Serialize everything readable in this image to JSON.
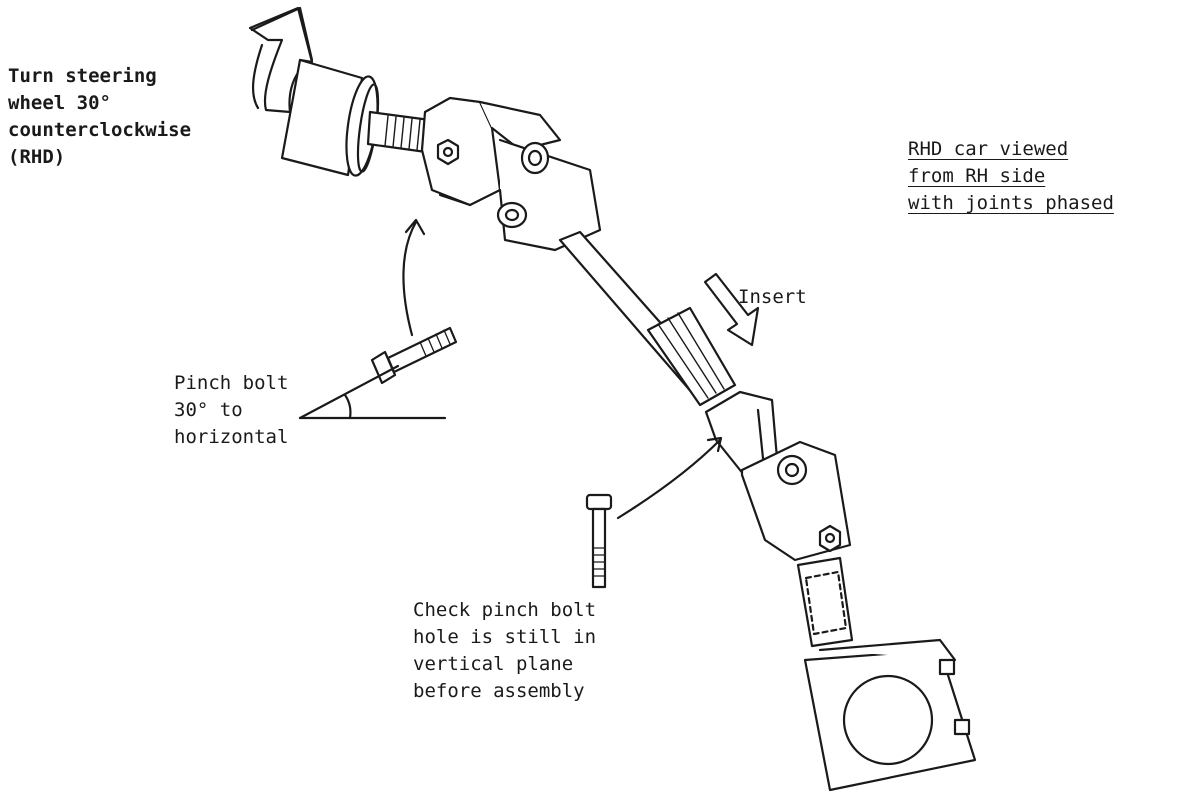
{
  "labels": {
    "steering": [
      "Turn steering",
      "wheel 30°",
      "counterclockwise",
      "(RHD)"
    ],
    "view": [
      "RHD car viewed",
      "from RH side",
      "with joints phased"
    ],
    "insert": "Insert",
    "pinch_bolt": [
      "Pinch bolt",
      "30° to",
      "horizontal"
    ],
    "check": [
      "Check pinch bolt",
      "hole is still in",
      "vertical plane",
      "before assembly"
    ]
  },
  "colors": {
    "ink": "#1a1a1a",
    "paper": "#ffffff"
  }
}
